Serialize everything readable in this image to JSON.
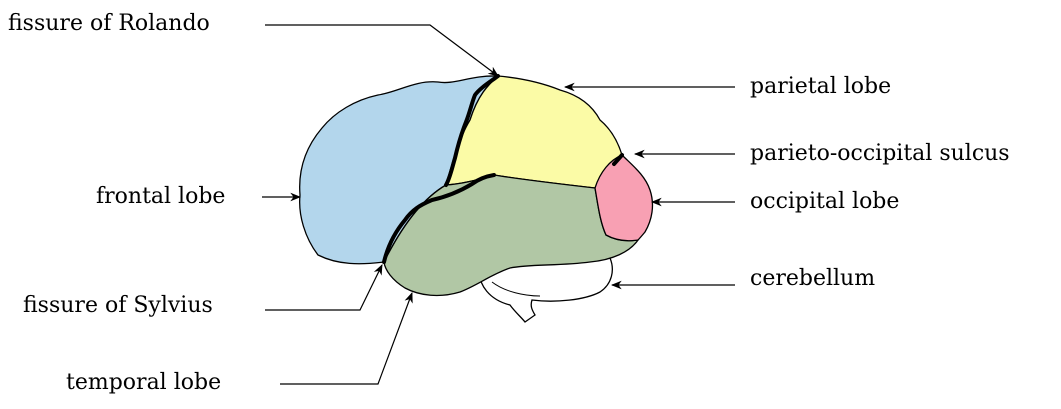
{
  "labels": {
    "fissure_of_rolando": "fissure of Rolando",
    "parietal_lobe": "parietal lobe",
    "parieto_occipital_sulcus": "parieto-occipital sulcus",
    "frontal_lobe": "frontal lobe",
    "occipital_lobe": "occipital lobe",
    "cerebellum": "cerebellum",
    "fissure_of_sylvius": "fissure of Sylvius",
    "temporal_lobe": "temporal lobe"
  },
  "colors": {
    "frontal": "#b3d6ec",
    "parietal": "#fbfba6",
    "temporal": "#b1c7a5",
    "occipital": "#f8a0b3",
    "outline": "#000000",
    "background": "#ffffff"
  }
}
